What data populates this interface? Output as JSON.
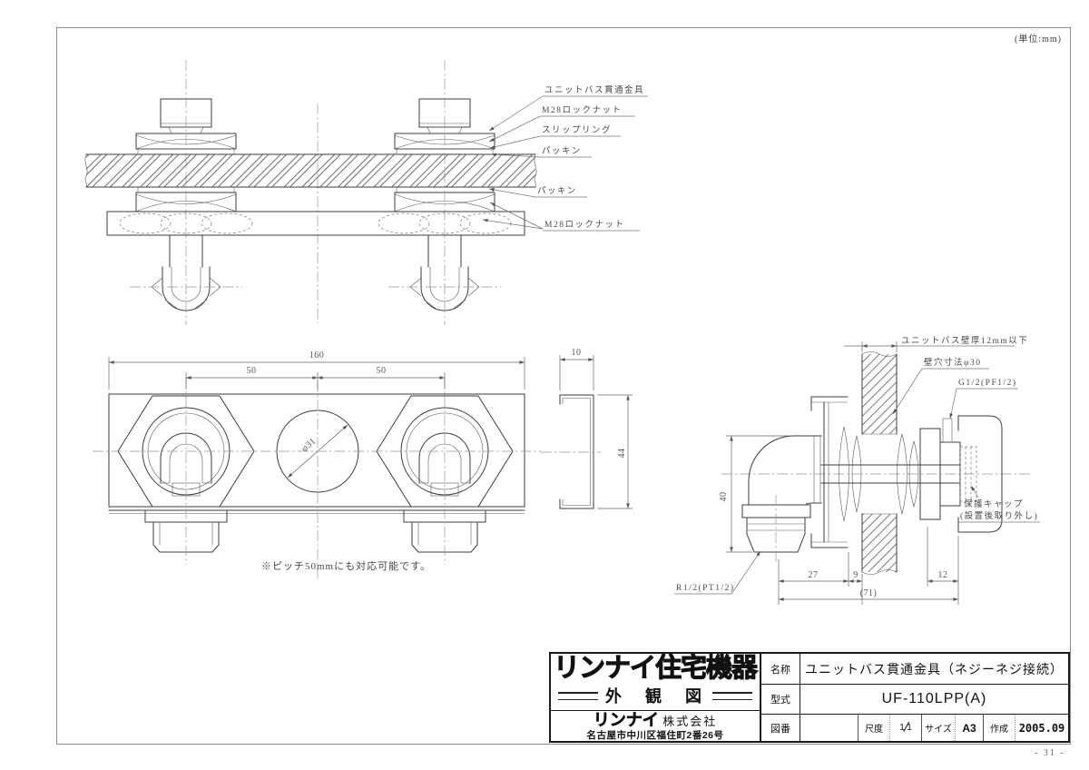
{
  "sheet": {
    "unit_note": "(単位:mm)",
    "page_number": "- 31 -"
  },
  "section_view": {
    "callouts": [
      "ユニットバス貫通金具",
      "M28ロックナット",
      "スリップリング",
      "パッキン",
      "パッキン",
      "M28ロックナット"
    ]
  },
  "plan_view": {
    "dim_overall": "160",
    "dim_pitch_left": "50",
    "dim_pitch_right": "50",
    "dim_hole": "φ31",
    "note": "※ピッチ50mmにも対応可能です。"
  },
  "profile_view": {
    "dim_width": "10",
    "dim_height": "44"
  },
  "installed_view": {
    "wall_label": "ユニットバス壁厚12mm以下",
    "hole_label": "壁穴寸法φ30",
    "outlet_thread_label": "G1/2(PF1/2)",
    "cap_label_line1": "保護キャップ",
    "cap_label_line2": "(設置後取り外し)",
    "inlet_thread_label": "R1/2(PT1/2)",
    "dim_height": "40",
    "dim_a": "27",
    "dim_b": "9",
    "dim_c": "12",
    "dim_total": "(71)"
  },
  "title_block": {
    "logo": "リンナイ住宅機器",
    "doc_type": "外　観　図",
    "company_bold": "リンナイ",
    "company_rest": "株式会社",
    "address": "名古屋市中川区福住町2番26号",
    "name_label": "名称",
    "name_value": "ユニットバス貫通金具（ネジーネジ接続）",
    "model_label": "型式",
    "model_value": "UF-110LPP(A)",
    "drawing_no_label": "図番",
    "drawing_no_value": "",
    "scale_label": "尺度",
    "scale_num": "1",
    "scale_den": "1",
    "size_label": "サイズ",
    "size_value": "A3",
    "date_label": "作成",
    "date_value": "2005.09"
  }
}
